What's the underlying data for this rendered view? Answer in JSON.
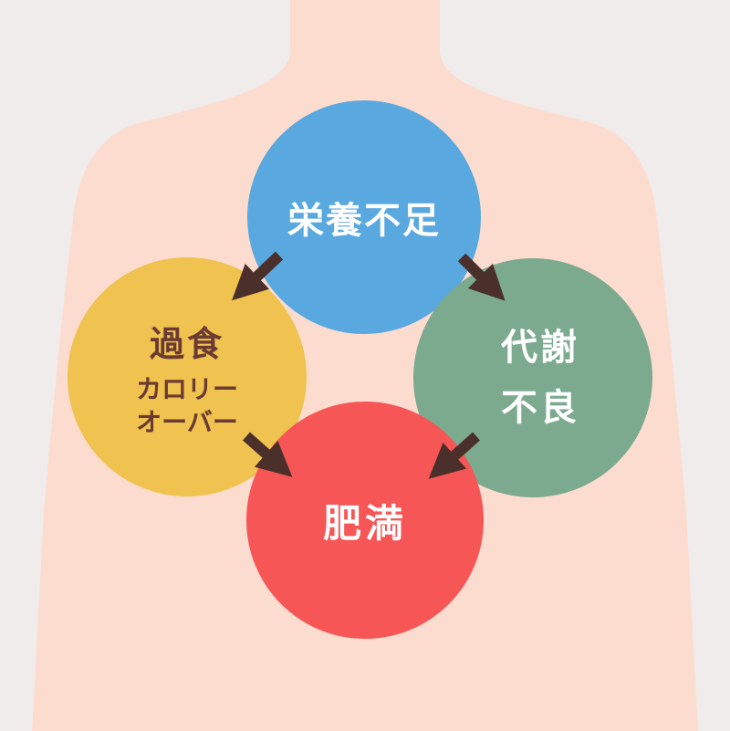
{
  "colors": {
    "background": "#f1ecec",
    "body": "#fcdccf",
    "node_top": "#5aa8e0",
    "node_left": "#f0c24f",
    "node_right": "#7caa8f",
    "node_bottom": "#f65656",
    "arrow": "#4a2f2a"
  },
  "nodes": {
    "top": {
      "label": "栄養不足"
    },
    "left": {
      "line1": "過食",
      "line2": "カロリー",
      "line3": "オーバー"
    },
    "right": {
      "line1": "代謝",
      "line2": "不良"
    },
    "bottom": {
      "label": "肥満"
    }
  }
}
